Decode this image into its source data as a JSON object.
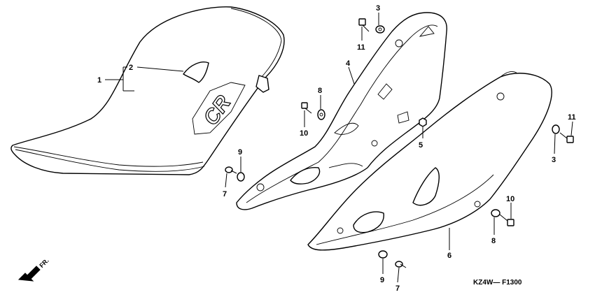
{
  "diagram": {
    "drawing_code": "KZ4W— F1300",
    "front_arrow_label": "FR.",
    "seat_badge_text": "CR",
    "callouts": [
      {
        "id": "1",
        "label": "1"
      },
      {
        "id": "2",
        "label": "2"
      },
      {
        "id": "3a",
        "label": "3"
      },
      {
        "id": "3b",
        "label": "3"
      },
      {
        "id": "4",
        "label": "4"
      },
      {
        "id": "5",
        "label": "5"
      },
      {
        "id": "6",
        "label": "6"
      },
      {
        "id": "7a",
        "label": "7"
      },
      {
        "id": "7b",
        "label": "7"
      },
      {
        "id": "8a",
        "label": "8"
      },
      {
        "id": "8b",
        "label": "8"
      },
      {
        "id": "9a",
        "label": "9"
      },
      {
        "id": "9b",
        "label": "9"
      },
      {
        "id": "10a",
        "label": "10"
      },
      {
        "id": "10b",
        "label": "10"
      },
      {
        "id": "11a",
        "label": "11"
      },
      {
        "id": "11b",
        "label": "11"
      }
    ]
  }
}
